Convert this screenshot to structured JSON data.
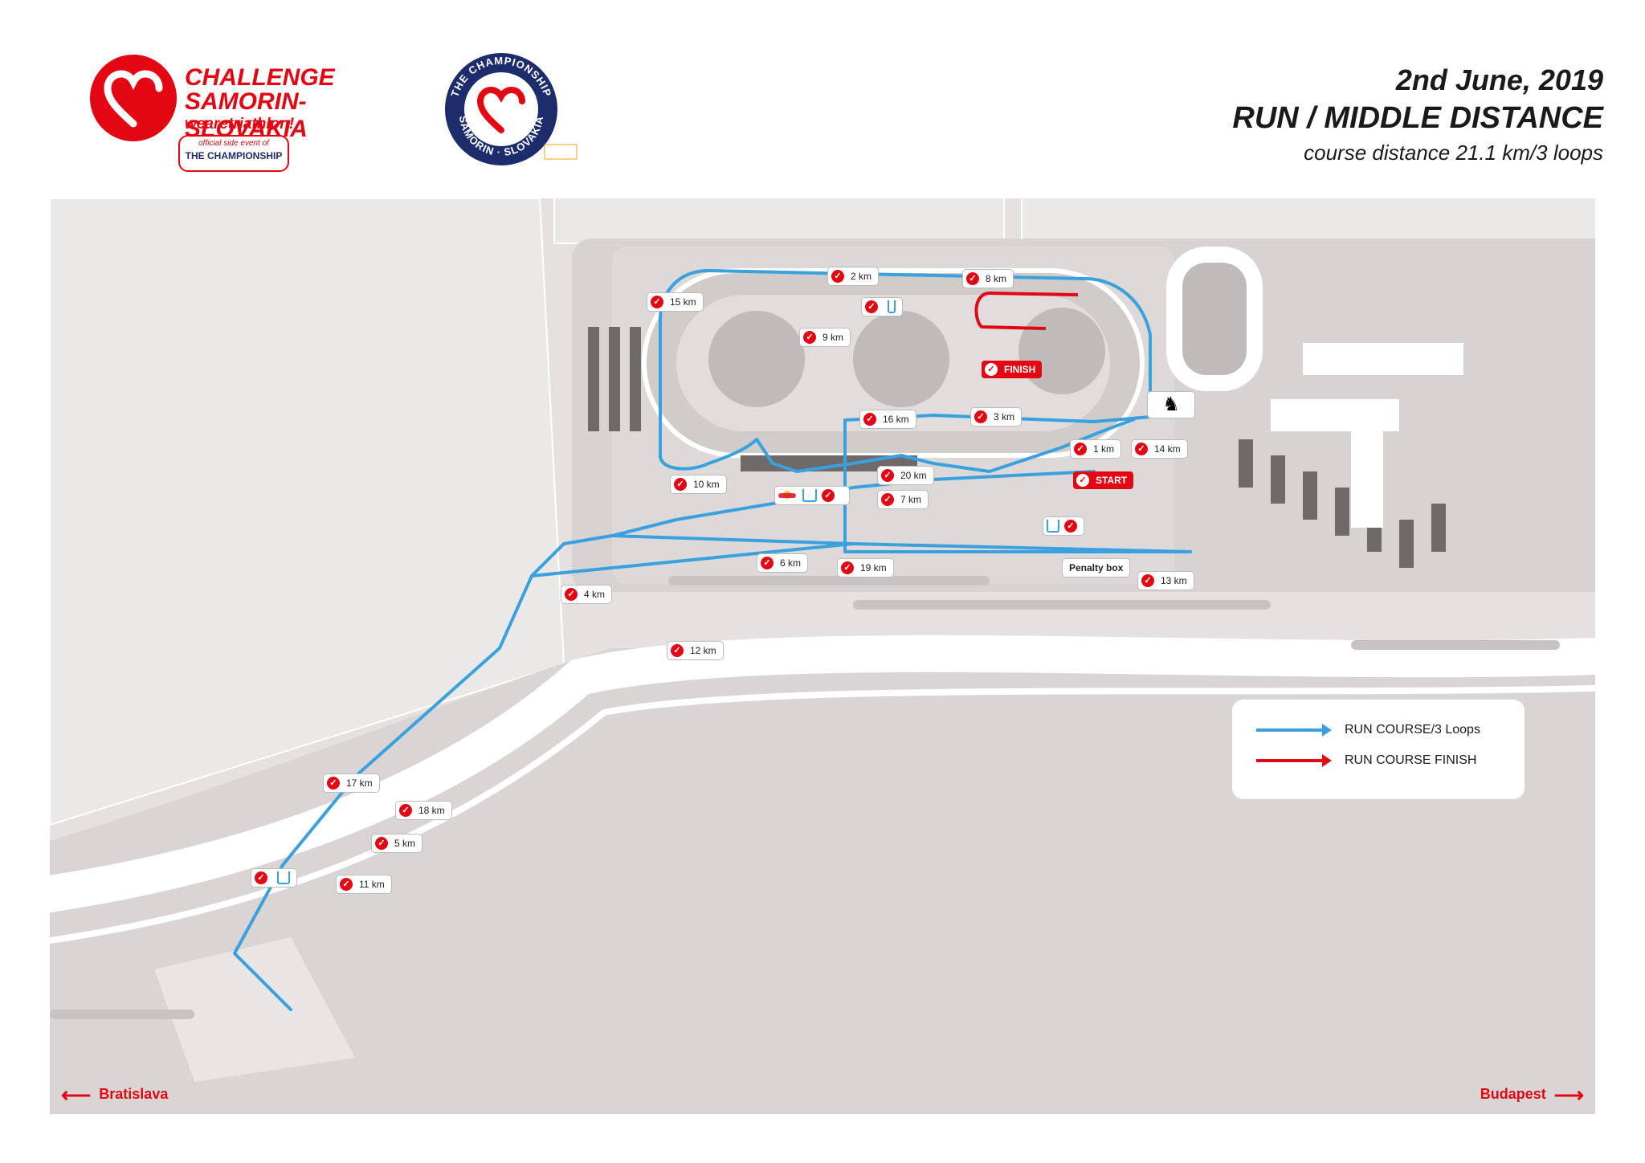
{
  "logo": {
    "name": "CHALLENGE",
    "subtitle": "SAMORIN-SLOVAKIA",
    "tagline": "wearetriathlon!",
    "badge_top": "official side event of",
    "badge_bottom": "THE CHAMPIONSHIP"
  },
  "seal": {
    "top_text": "THE CHAMPIONSHIP",
    "bottom_text": "SAMORIN · SLOVAKIA"
  },
  "header": {
    "date": "2nd June, 2019",
    "title": "RUN / MIDDLE DISTANCE",
    "subtitle": "course distance 21.1 km/3 loops"
  },
  "km_markers": [
    {
      "label": "2 km"
    },
    {
      "label": "8 km"
    },
    {
      "label": "15 km"
    },
    {
      "label": "9 km"
    },
    {
      "label": "16 km"
    },
    {
      "label": "3 km"
    },
    {
      "label": "1 km"
    },
    {
      "label": "14 km"
    },
    {
      "label": "20 km"
    },
    {
      "label": "10 km"
    },
    {
      "label": "7 km"
    },
    {
      "label": "6 km"
    },
    {
      "label": "19 km"
    },
    {
      "label": "13 km"
    },
    {
      "label": "4 km"
    },
    {
      "label": "12 km"
    },
    {
      "label": "17 km"
    },
    {
      "label": "18 km"
    },
    {
      "label": "5 km"
    },
    {
      "label": "11 km"
    }
  ],
  "tags": {
    "finish": "FINISH",
    "start": "START",
    "penalty": "Penalty box"
  },
  "legend": {
    "course": {
      "label": "RUN COURSE/3 Loops",
      "color": "#3aa0de"
    },
    "finish": {
      "label": "RUN COURSE FINISH",
      "color": "#e30613"
    }
  },
  "directions": {
    "left": "Bratislava",
    "right": "Budapest"
  },
  "colors": {
    "accent_red": "#e30613",
    "course_blue": "#3aa0de",
    "navy": "#1d2d6b"
  }
}
